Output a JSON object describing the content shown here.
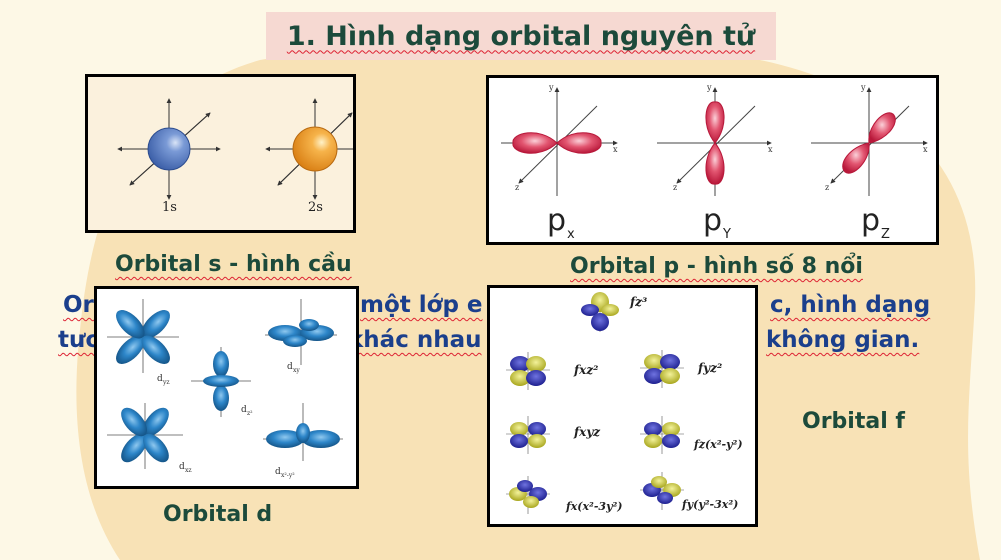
{
  "slide": {
    "title": "1. Hình dạng orbital nguyên tử",
    "colors": {
      "background": "#fdf8e6",
      "blob": "#f8e2b6",
      "title_box": "#f6d9d2",
      "heading": "#1c4a3b",
      "body": "#1b3f8c"
    }
  },
  "body_text": {
    "line1_left": "Or",
    "line1_mid": "một lớp e",
    "line1_right": "c, hình dạng",
    "line2_left": "tươ",
    "line2_mid": "khác nhau",
    "line2_right": "không gian."
  },
  "captions": {
    "s": "Orbital  s - hình cầu",
    "p": "Orbital  p - hình số 8 nổi",
    "d": "Orbital d",
    "f": "Orbital f"
  },
  "s_panel": {
    "labels": [
      "1s",
      "2s"
    ]
  },
  "p_panel": {
    "labels": [
      "p",
      "p",
      "p"
    ],
    "subs": [
      "x",
      "Y",
      "Z"
    ],
    "axis": {
      "x": "x",
      "y": "y",
      "z": "z"
    }
  },
  "d_panel": {
    "labels": [
      "d",
      "d",
      "d",
      "d",
      "d"
    ],
    "subs": [
      "yz",
      "xy",
      "z²",
      "xz",
      "x²-y²"
    ]
  },
  "f_panel": {
    "labels": [
      "fz³",
      "fxz²",
      "fyz²",
      "fxyz",
      "fz(x²-y²)",
      "fx(x²-3y²)",
      "fy(y²-3x²)"
    ]
  }
}
